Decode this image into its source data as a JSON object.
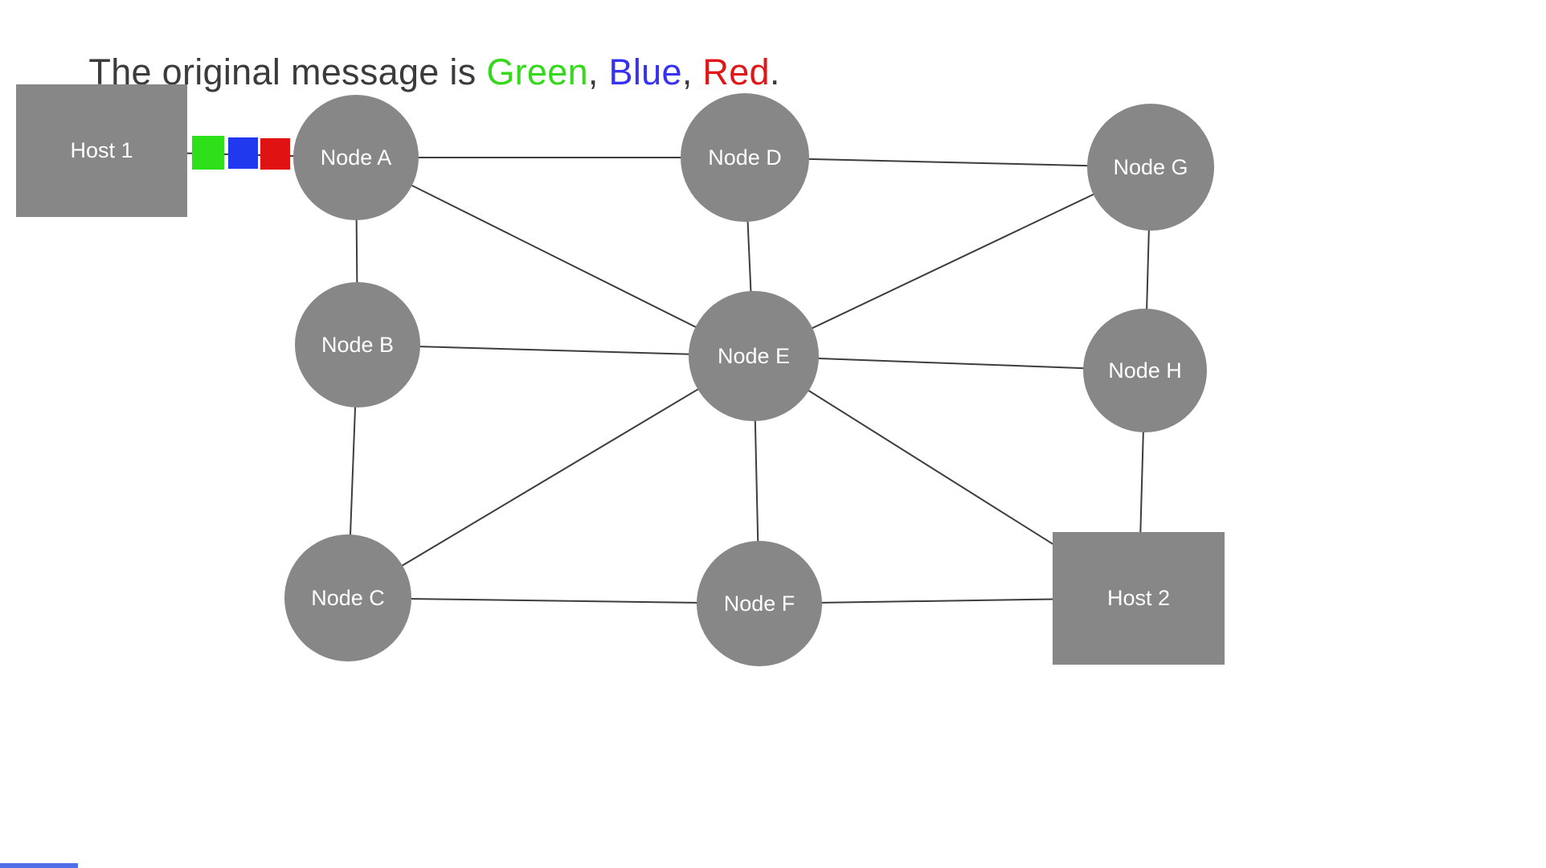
{
  "title": {
    "prefix": "The original message is ",
    "separator": ", ",
    "terminator": ".",
    "colored_words": {
      "green": {
        "label": "Green",
        "color": "#35d91c"
      },
      "blue": {
        "label": "Blue",
        "color": "#3632f0"
      },
      "red": {
        "label": "Red",
        "color": "#e01717"
      }
    }
  },
  "hosts": {
    "host1": {
      "label": "Host 1"
    },
    "host2": {
      "label": "Host 2"
    }
  },
  "nodes": {
    "a": {
      "label": "Node A"
    },
    "b": {
      "label": "Node B"
    },
    "c": {
      "label": "Node C"
    },
    "d": {
      "label": "Node D"
    },
    "e": {
      "label": "Node E"
    },
    "f": {
      "label": "Node F"
    },
    "g": {
      "label": "Node G"
    },
    "h": {
      "label": "Node H"
    }
  },
  "message_packets": [
    {
      "name": "green-packet",
      "color": "#2ee01a"
    },
    {
      "name": "blue-packet",
      "color": "#2038ee"
    },
    {
      "name": "red-packet",
      "color": "#e01212"
    }
  ],
  "palette": {
    "node_fill": "#878787",
    "node_text": "#ffffff",
    "edge_stroke": "#3d3d3d",
    "background": "#ffffff",
    "title_text": "#3b3b3b"
  },
  "diagram": {
    "type": "network-graph",
    "edges": [
      {
        "from": "host1",
        "to": "nodeA"
      },
      {
        "from": "nodeA",
        "to": "nodeD"
      },
      {
        "from": "nodeD",
        "to": "nodeG"
      },
      {
        "from": "nodeA",
        "to": "nodeB"
      },
      {
        "from": "nodeA",
        "to": "nodeE"
      },
      {
        "from": "nodeD",
        "to": "nodeE"
      },
      {
        "from": "nodeG",
        "to": "nodeE"
      },
      {
        "from": "nodeG",
        "to": "nodeH"
      },
      {
        "from": "nodeB",
        "to": "nodeE"
      },
      {
        "from": "nodeB",
        "to": "nodeC"
      },
      {
        "from": "nodeE",
        "to": "nodeH"
      },
      {
        "from": "nodeC",
        "to": "nodeE"
      },
      {
        "from": "nodeE",
        "to": "nodeF"
      },
      {
        "from": "nodeE",
        "to": "host2"
      },
      {
        "from": "nodeC",
        "to": "nodeF"
      },
      {
        "from": "nodeF",
        "to": "host2"
      },
      {
        "from": "nodeH",
        "to": "host2"
      }
    ]
  }
}
